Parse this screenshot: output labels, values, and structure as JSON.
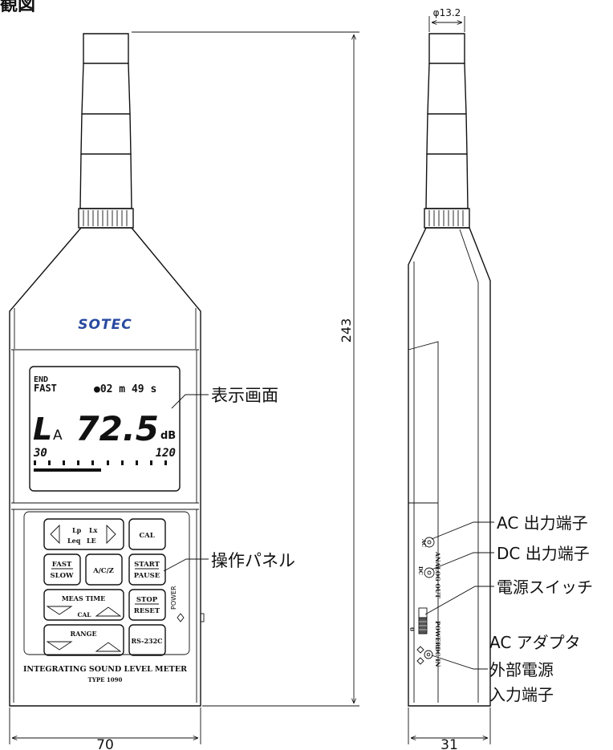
{
  "title": "観図",
  "front": {
    "brand": "SOTEC",
    "display": {
      "mode_top": "END",
      "mode": "FAST",
      "timer": "●02 m 49 s",
      "symbol": "L",
      "symbol_sub": "A",
      "value": "72.5",
      "unit": "dB",
      "scale_min": "30",
      "scale_max": "120"
    },
    "buttons": {
      "lp": "Lp",
      "lx": "Lx",
      "leq": "Leq",
      "le": "LE",
      "cal": "CAL",
      "fast": "FAST",
      "slow": "SLOW",
      "acz": "A/C/Z",
      "start": "START",
      "pause": "PAUSE",
      "meas_time": "MEAS TIME",
      "cal_small": "CAL",
      "stop": "STOP",
      "reset": "RESET",
      "range": "RANGE",
      "rs232c": "RS-232C",
      "power": "POWER"
    },
    "model_name": "INTEGRATING SOUND LEVEL METER",
    "model_type": "TYPE 1090"
  },
  "side": {
    "ac_port": "AC",
    "analog_out": "ANALOG OUT",
    "dc_port": "DC",
    "power_off": "0",
    "power_label": "POWER",
    "dc_in": "DC IN"
  },
  "dimensions": {
    "height": "243",
    "width": "70",
    "depth": "31",
    "mic_diameter": "φ13.2"
  },
  "callouts": {
    "display": "表示画面",
    "panel": "操作パネル",
    "ac_out": "AC 出力端子",
    "dc_out": "DC 出力端子",
    "power_switch": "電源スイッチ",
    "ac_adapter": "AC アダプタ",
    "ext_power": "外部電源",
    "input_port": "入力端子"
  }
}
